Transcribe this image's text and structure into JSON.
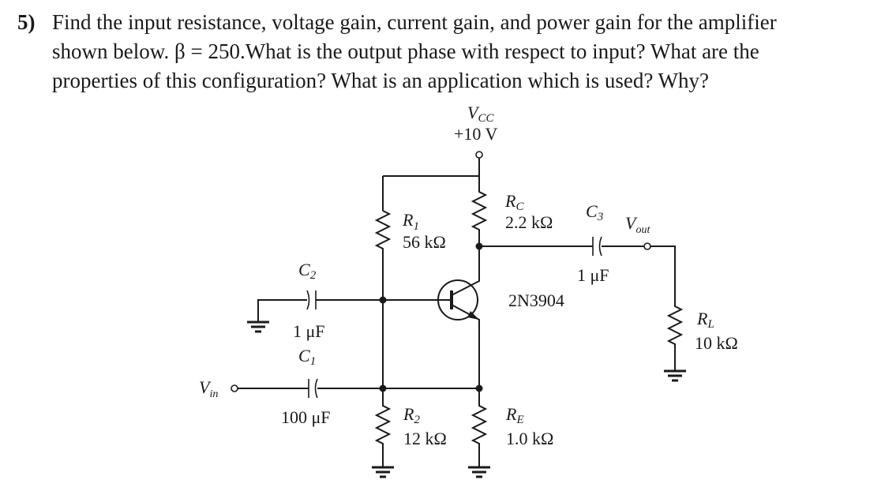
{
  "question": {
    "number": "5)",
    "line1": "Find the input resistance, voltage gain, current gain, and power gain for the amplifier",
    "line2": "shown below. β = 250.What is the output phase with respect to input? What are the",
    "line3": "properties of this configuration? What is an application which is used? Why?"
  },
  "circuit": {
    "vcc_label": "V",
    "vcc_sub": "CC",
    "vcc_value": "+10 V",
    "r1": {
      "name": "R",
      "sub": "1",
      "value": "56 kΩ"
    },
    "rc": {
      "name": "R",
      "sub": "C",
      "value": "2.2 kΩ"
    },
    "c3": {
      "name": "C",
      "sub": "3",
      "value": "1 μF"
    },
    "vout": {
      "name": "V",
      "sub": "out"
    },
    "c2": {
      "name": "C",
      "sub": "2",
      "value": "1 μF"
    },
    "c1": {
      "name": "C",
      "sub": "1",
      "value": "100 μF"
    },
    "vin": {
      "name": "V",
      "sub": "in"
    },
    "transistor": "2N3904",
    "r2": {
      "name": "R",
      "sub": "2",
      "value": "12 kΩ"
    },
    "re": {
      "name": "R",
      "sub": "E",
      "value": "1.0 kΩ"
    },
    "rl": {
      "name": "R",
      "sub": "L",
      "value": "10 kΩ"
    }
  }
}
